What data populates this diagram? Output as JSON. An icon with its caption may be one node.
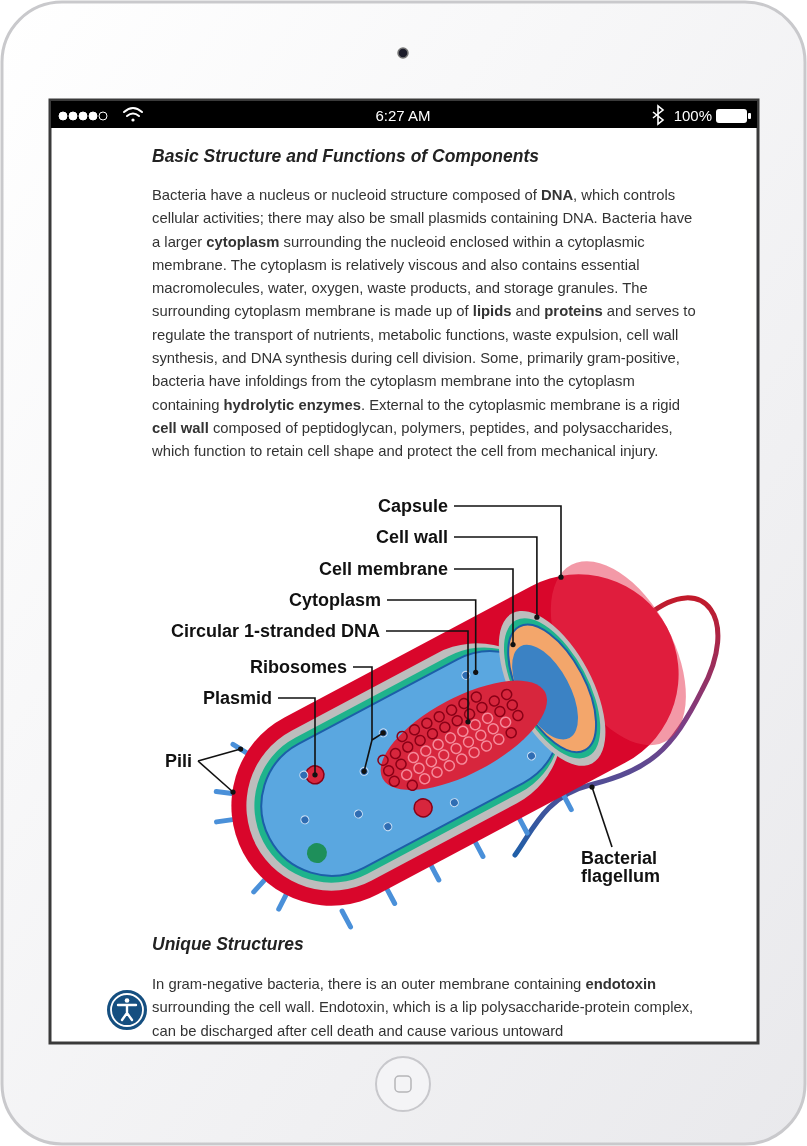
{
  "diagram": {
    "nodes": [
      {
        "text": [
          "Capsule"
        ]
      },
      {
        "text": [
          "Cell wall"
        ]
      },
      {
        "text": [
          "Cell membrane"
        ]
      },
      {
        "text": [
          "Cytoplasm"
        ]
      },
      {
        "text": [
          "Circular 1-stranded DNA"
        ]
      },
      {
        "text": [
          "Ribosomes"
        ]
      },
      {
        "text": [
          "Plasmid"
        ]
      },
      {
        "text": [
          "Pili"
        ]
      },
      {
        "text": [
          "Bacterial flagellum"
        ]
      }
    ],
    "edges": [
      {
        "from": 0,
        "to": null,
        "arrow": "other"
      },
      {
        "from": 1,
        "to": null,
        "arrow": "other"
      },
      {
        "from": 2,
        "to": null,
        "arrow": "other"
      },
      {
        "from": 3,
        "to": null,
        "arrow": "other"
      },
      {
        "from": 4,
        "to": null,
        "arrow": "other"
      },
      {
        "from": 5,
        "to": null,
        "arrow": "other"
      },
      {
        "from": 5,
        "to": null,
        "arrow": "other"
      },
      {
        "from": 6,
        "to": null,
        "arrow": "other"
      },
      {
        "from": 7,
        "to": null,
        "arrow": "other"
      },
      {
        "from": 7,
        "to": null,
        "arrow": "other"
      },
      {
        "from": 8,
        "to": null,
        "arrow": "other"
      }
    ],
    "labels": [
      "6:27 AM",
      "100%",
      "Basic Structure and Functions of Components",
      "Bacteria have a nucleus or nucleoid structure composed of **DNA**, which controls cellular activities; there may also be small plasmids containing DNA. Bacteria have a larger **cytoplasm** surrounding the nucleoid enclosed within a cytoplasmic membrane. The cytoplasm is relatively viscous and also contains essential macromolecules, water, oxygen, waste products, and storage granules. The surrounding cytoplasm membrane is made up of **lipids** and **proteins** and serves to regulate the transport of nutrients, metabolic functions, waste expulsion, cell wall synthesis, and DNA synthesis during cell division. Some, primarily gram-positive, bacteria have infoldings from the cytoplasm membrane into the cytoplasm containing **hydrolytic enzymes**. External to the cytoplasmic membrane is a rigid **cell wall** composed of peptidoglycan, polymers, peptides, and polysaccharides, which function to retain cell shape and protect the cell from mechanical injury.",
      "Unique Structures",
      "In gram-negative bacteria, there is an outer membrane containing **endotoxin** surrounding the cell wall. Endotoxin, which is a lip polysaccharide-protein complex, can be discharged after cell death and cause various untoward"
    ]
  }
}
